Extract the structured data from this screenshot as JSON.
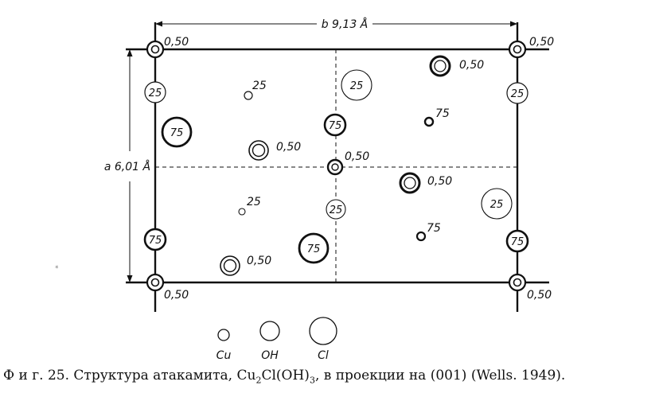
{
  "dimension_b": "b 9,13 Å",
  "dimension_a": "a 6,01 Å",
  "atoms": {
    "cu_corner_tl": "0,50",
    "cu_corner_tr": "0,50",
    "cu_corner_bl": "0,50",
    "cu_corner_br": "0,50",
    "oh_top_right": "0,50",
    "oh_mid_left": "0,50",
    "cu_center": "0,50",
    "oh_mid_right": "0,50",
    "oh_bottom_left": "0,50",
    "cl_left_25": "25",
    "cu_small_top": "25",
    "cl_top_mid": "25",
    "cl_right_25": "25",
    "cl_left_75": "75",
    "oh_mid_75": "75",
    "cu_small_right_top": "75",
    "cu_small_left_bottom": "25",
    "cl_mid_25": "25",
    "cl_far_right_25": "25",
    "oh_left_75_bottom": "75",
    "cl_bottom_75": "75",
    "cu_small_right_bottom": "75",
    "oh_right_75": "75"
  },
  "legend": {
    "cu": "Cu",
    "oh": "OH",
    "cl": "Cl"
  },
  "caption": {
    "prefix": "Ф и г. 25. Структура атакамита, Cu",
    "sub1": "2",
    "mid": "Cl(OH)",
    "sub2": "3",
    "suffix": ", в проекции на (001) (Wells. 1949)."
  }
}
